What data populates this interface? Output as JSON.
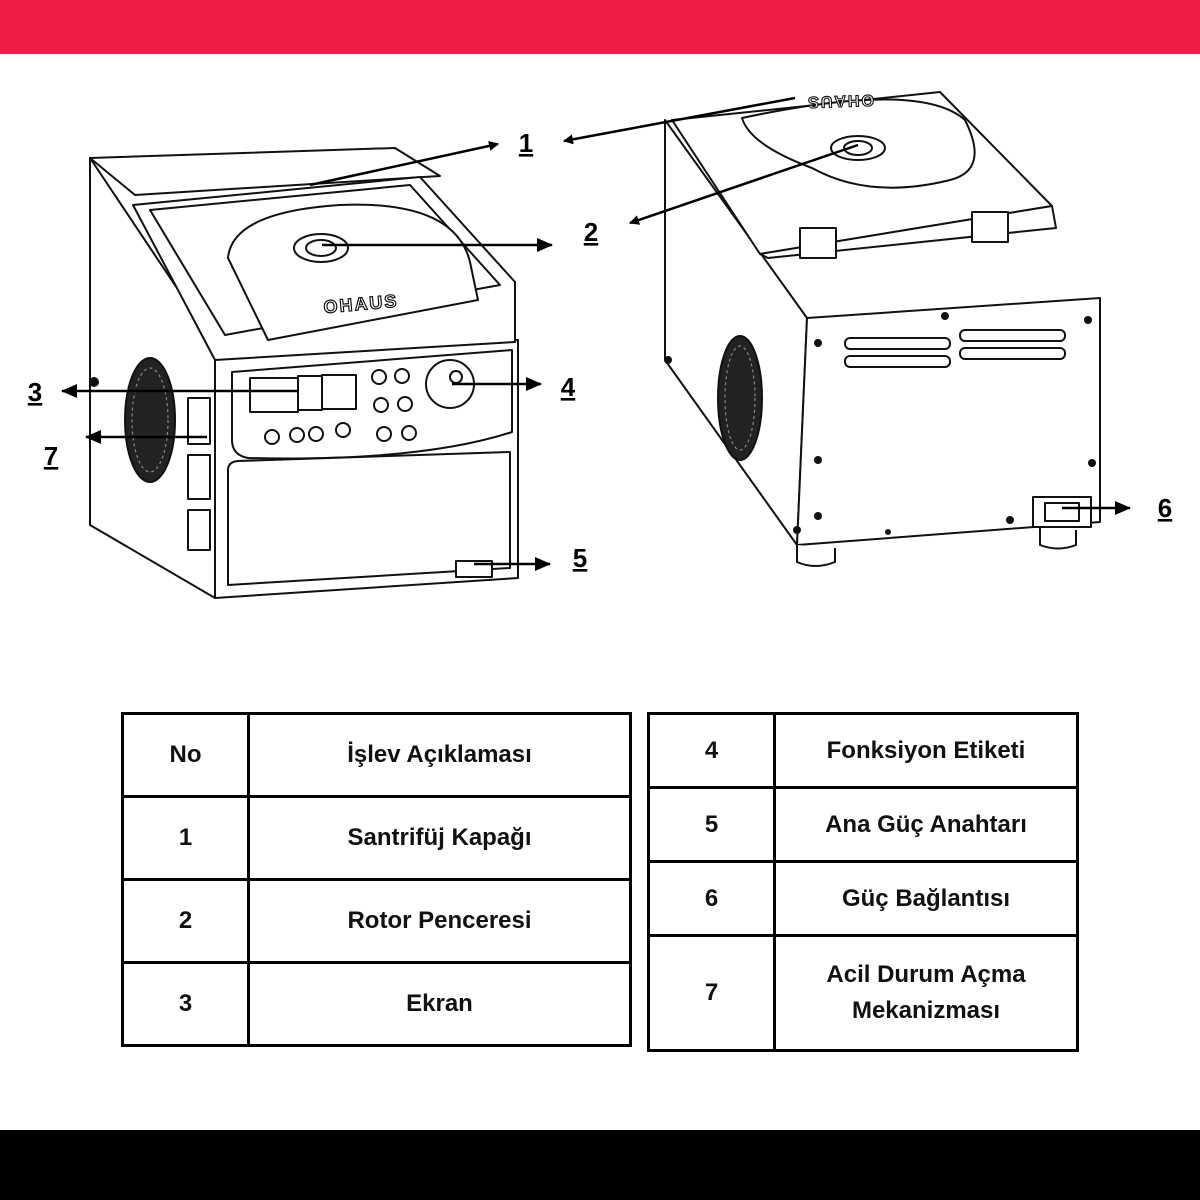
{
  "colors": {
    "top_bar": "#ee1c47",
    "bottom_bar": "#000000"
  },
  "diagram": {
    "brand_front": "OHAUS",
    "brand_back": "OHAUS",
    "callouts": [
      "1",
      "2",
      "3",
      "4",
      "5",
      "6",
      "7"
    ]
  },
  "legend_left": {
    "header": {
      "no": "No",
      "desc": "İşlev Açıklaması"
    },
    "rows": [
      {
        "no": "1",
        "desc": "Santrifüj Kapağı"
      },
      {
        "no": "2",
        "desc": "Rotor Penceresi"
      },
      {
        "no": "3",
        "desc": "Ekran"
      }
    ]
  },
  "legend_right": {
    "rows": [
      {
        "no": "4",
        "desc": "Fonksiyon Etiketi"
      },
      {
        "no": "5",
        "desc": "Ana Güç Anahtarı"
      },
      {
        "no": "6",
        "desc": "Güç Bağlantısı"
      },
      {
        "no": "7",
        "desc": "Acil Durum Açma",
        "desc2": "Mekanizması"
      }
    ]
  }
}
